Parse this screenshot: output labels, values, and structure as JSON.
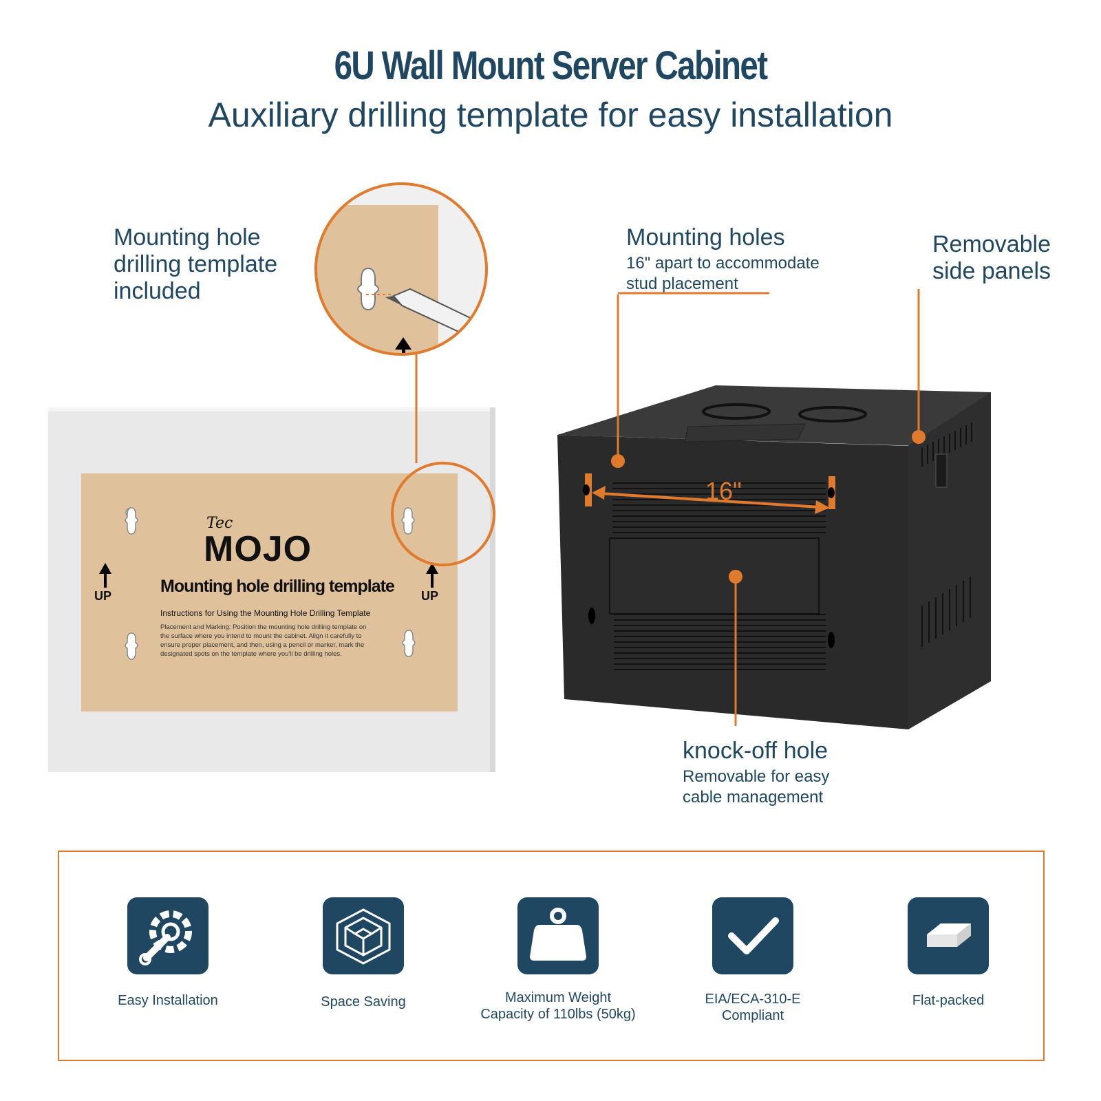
{
  "header": {
    "title": "6U Wall Mount Server Cabinet",
    "subtitle": "Auxiliary drilling template for easy installation"
  },
  "callouts": {
    "template": {
      "line1": "Mounting hole",
      "line2": "drilling template",
      "line3": "included"
    },
    "mounting_holes": {
      "title": "Mounting holes",
      "line1": "16\" apart to accommodate",
      "line2": "stud placement"
    },
    "side_panels": {
      "line1": "Removable",
      "line2": "side panels"
    },
    "knockoff": {
      "title": "knock-off hole",
      "line1": "Removable for easy",
      "line2": "cable management"
    }
  },
  "template_card": {
    "brand_top": "Tec",
    "brand_main": "MOJO",
    "heading": "Mounting hole drilling template",
    "instructions_title": "Instructions for Using the Mounting Hole Drilling Template",
    "instructions_lines": [
      "Placement and Marking: Position the mounting hole drilling template on",
      "the surface where you intend to mount the cabinet. Align it carefully to",
      "ensure proper placement, and then, using a pencil or marker, mark the",
      "designated spots on the template where you'll be drilling holes."
    ],
    "up_left": "UP",
    "up_right": "UP"
  },
  "cabinet": {
    "dimension_label": "16\""
  },
  "features": [
    {
      "icon": "gear-wrench-icon",
      "label_line1": "Easy Installation",
      "label_line2": ""
    },
    {
      "icon": "cube-icon",
      "label_line1": "Space Saving",
      "label_line2": ""
    },
    {
      "icon": "weight-icon",
      "label_line1": "Maximum Weight",
      "label_line2": "Capacity of 110lbs (50kg)"
    },
    {
      "icon": "checkmark-icon",
      "label_line1": "EIA/ECA-310-E",
      "label_line2": "Compliant"
    },
    {
      "icon": "flat-box-icon",
      "label_line1": "Flat-packed",
      "label_line2": ""
    }
  ],
  "colors": {
    "navy": "#1f4762",
    "orange": "#e07a2c",
    "tan": "#dfc19b",
    "cabinet": "#2b2b2b"
  }
}
